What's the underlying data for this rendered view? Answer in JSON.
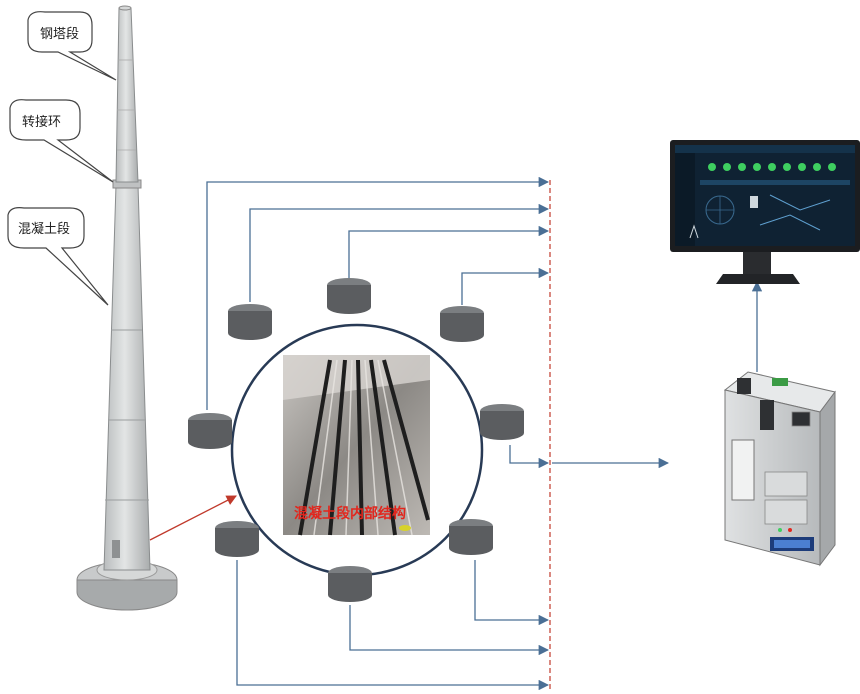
{
  "callouts": {
    "steel_section": "钢塔段",
    "transition_ring": "转接环",
    "concrete_section": "混凝土段"
  },
  "photo_label": "混凝土段内部结构",
  "colors": {
    "connector_line": "#4a6f95",
    "tower_body": "#d3d5d5",
    "sensor_body": "#5b5d60",
    "ring": "#283a55",
    "red_pointer": "#c0392b",
    "red_dashed_bus": "#c23a2b",
    "screen_bg": "#0f2233",
    "screen_green": "#3ecf60"
  },
  "icons": [
    "tower-illustration",
    "sensor-icon",
    "monitor-icon",
    "gateway-device-icon"
  ]
}
